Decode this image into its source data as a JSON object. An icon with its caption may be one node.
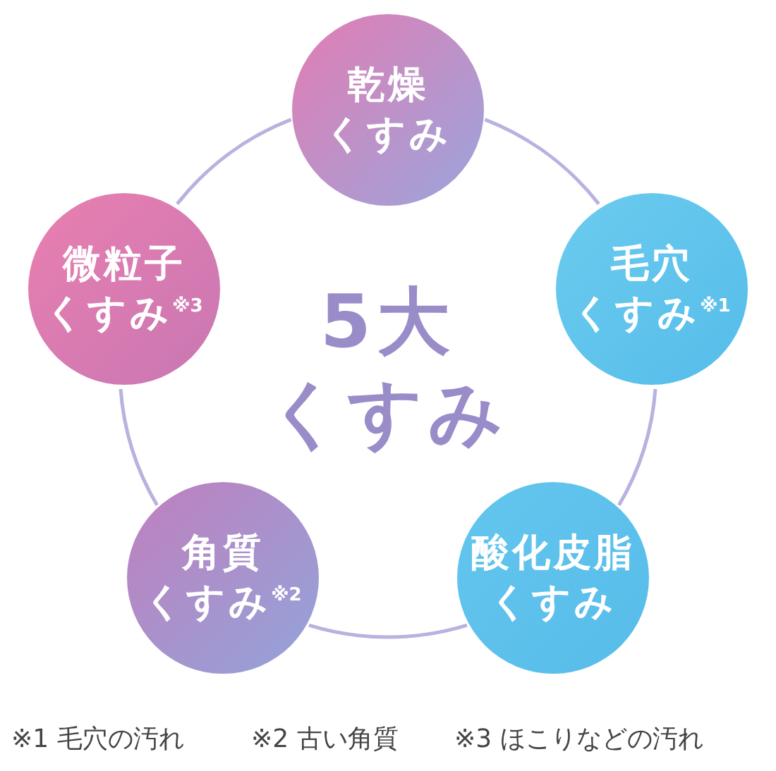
{
  "diagram": {
    "nodes": [
      {
        "text": [
          "5大",
          "くすみ"
        ]
      },
      {
        "text": [
          "乾燥",
          "くすみ"
        ]
      },
      {
        "text": [
          "微粒子",
          "くすみ$^{※3}$"
        ]
      },
      {
        "text": [
          "毛穴",
          "くすみ$^{※1}$"
        ]
      },
      {
        "text": [
          "角質",
          "くすみ$^{※2}$"
        ]
      },
      {
        "text": [
          "酸化皮脂",
          "くすみ"
        ]
      }
    ],
    "edges": [
      {
        "from": 1,
        "to": 3,
        "arrow": "none"
      },
      {
        "from": 3,
        "to": 5,
        "arrow": "none"
      },
      {
        "from": 5,
        "to": 4,
        "arrow": "none"
      },
      {
        "from": 4,
        "to": 2,
        "arrow": "none"
      },
      {
        "from": 2,
        "to": 1,
        "arrow": "none"
      }
    ],
    "labels": [
      "※1 毛穴の汚れ",
      "※2 古い角質",
      "※3 ほこりなどの汚れ"
    ]
  }
}
